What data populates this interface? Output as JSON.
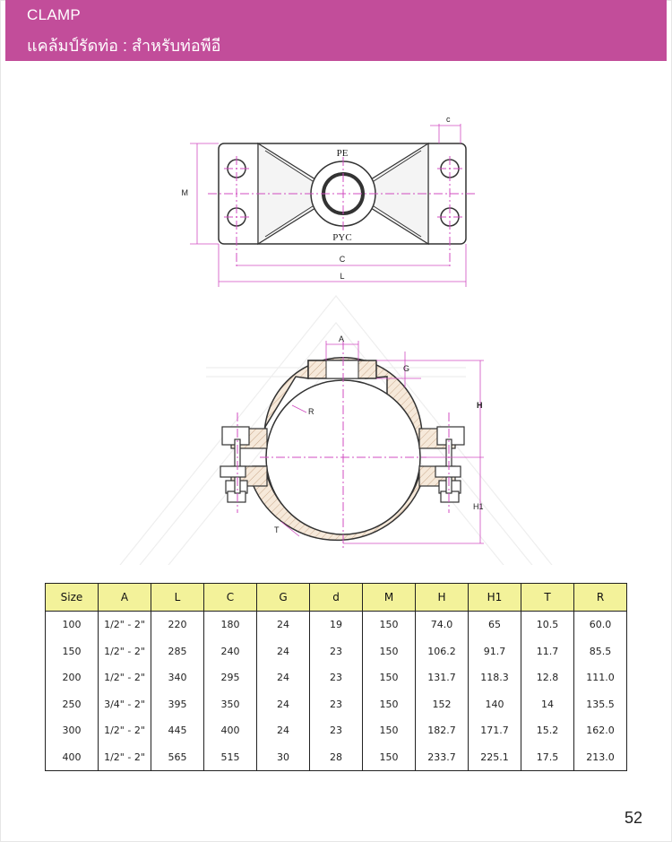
{
  "header": {
    "title": "CLAMP",
    "subtitle": "แคล้มป์รัดท่อ : สำหรับท่อพีอี"
  },
  "drawing": {
    "top_view_labels": {
      "pe": "PE",
      "pvc": "PYC",
      "c_top": "c",
      "m": "M",
      "c_bottom": "C",
      "l": "L"
    },
    "section_labels": {
      "a": "A",
      "g": "G",
      "h": "H",
      "r": "R",
      "h1": "H1",
      "t": "T"
    }
  },
  "table": {
    "headers": [
      "Size",
      "A",
      "L",
      "C",
      "G",
      "d",
      "M",
      "H",
      "H1",
      "T",
      "R"
    ],
    "rows": [
      [
        "100",
        "1/2\" - 2\"",
        "220",
        "180",
        "24",
        "19",
        "150",
        "74.0",
        "65",
        "10.5",
        "60.0"
      ],
      [
        "150",
        "1/2\" - 2\"",
        "285",
        "240",
        "24",
        "23",
        "150",
        "106.2",
        "91.7",
        "11.7",
        "85.5"
      ],
      [
        "200",
        "1/2\" - 2\"",
        "340",
        "295",
        "24",
        "23",
        "150",
        "131.7",
        "118.3",
        "12.8",
        "111.0"
      ],
      [
        "250",
        "3/4\" - 2\"",
        "395",
        "350",
        "24",
        "23",
        "150",
        "152",
        "140",
        "14",
        "135.5"
      ],
      [
        "300",
        "1/2\" - 2\"",
        "445",
        "400",
        "24",
        "23",
        "150",
        "182.7",
        "171.7",
        "15.2",
        "162.0"
      ],
      [
        "400",
        "1/2\" - 2\"",
        "565",
        "515",
        "30",
        "28",
        "150",
        "233.7",
        "225.1",
        "17.5",
        "213.0"
      ]
    ]
  },
  "page_number": "52"
}
